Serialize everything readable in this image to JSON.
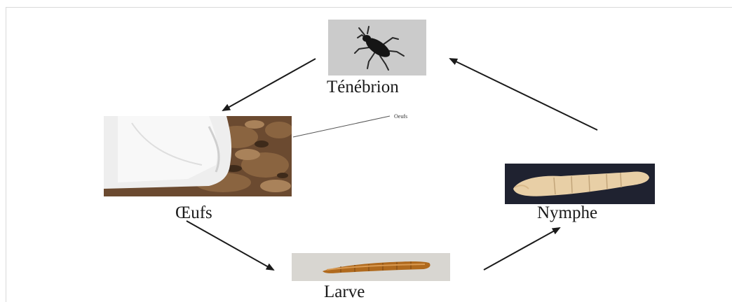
{
  "diagram": {
    "stages": {
      "adult": {
        "label": "Ténébrion",
        "icon": "beetle-icon"
      },
      "eggs": {
        "label": "Œufs",
        "icon": "eggs-photo"
      },
      "larva": {
        "label": "Larve",
        "icon": "larva-icon"
      },
      "pupa": {
        "label": "Nymphe",
        "icon": "pupa-icon"
      }
    },
    "eggs_pointer_label": "Oeufs",
    "cycle_order": [
      "Œufs",
      "Larve",
      "Nymphe",
      "Ténébrion"
    ],
    "colors": {
      "arrow": "#1a1a1a",
      "text": "#1a1a1a"
    }
  }
}
